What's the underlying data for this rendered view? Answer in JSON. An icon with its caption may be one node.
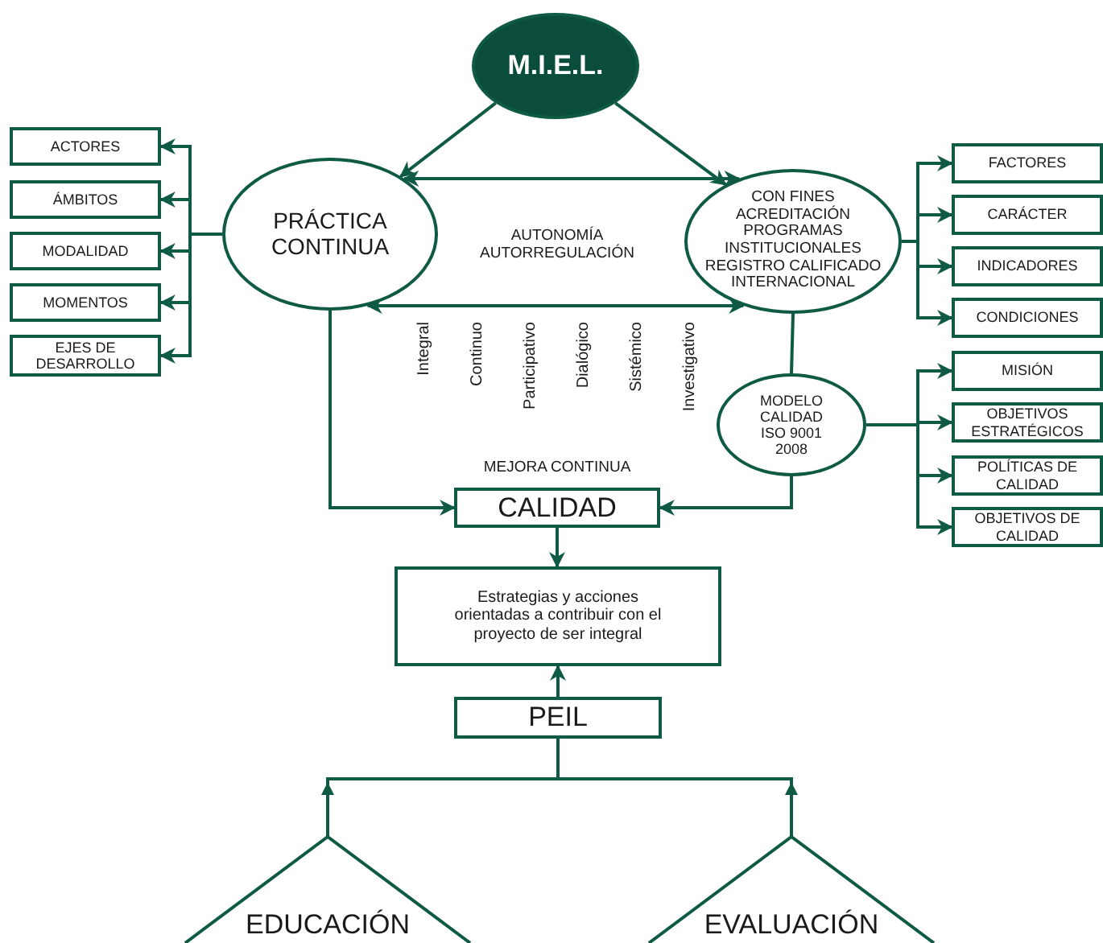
{
  "diagram": {
    "nodes": [
      {
        "text": [
          "M.I.E.L."
        ]
      },
      {
        "text": [
          "PRÁCTICA CONTINUA"
        ]
      },
      {
        "text": [
          "CON FINES ACREDITACIÓN PROGRAMAS INSTITUCIONALES REGISTRO CALIFICADO INTERNACIONAL"
        ]
      },
      {
        "text": [
          "MODELO CALIDAD ISO 9001 2008"
        ]
      },
      {
        "text": [
          "ACTORES"
        ]
      },
      {
        "text": [
          "ÁMBITOS"
        ]
      },
      {
        "text": [
          "MODALIDAD"
        ]
      },
      {
        "text": [
          "MOMENTOS"
        ]
      },
      {
        "text": [
          "EJES DE DESARROLLO"
        ]
      },
      {
        "text": [
          "FACTORES"
        ]
      },
      {
        "text": [
          "CARÁCTER"
        ]
      },
      {
        "text": [
          "INDICADORES"
        ]
      },
      {
        "text": [
          "CONDICIONES"
        ]
      },
      {
        "text": [
          "MISIÓN"
        ]
      },
      {
        "text": [
          "OBJETIVOS ESTRATÉGICOS"
        ]
      },
      {
        "text": [
          "POLÍTICAS DE CALIDAD"
        ]
      },
      {
        "text": [
          "OBJETIVOS DE CALIDAD"
        ]
      },
      {
        "text": [
          "CALIDAD"
        ],
        "beside": [
          "MEJORA CONTINUA"
        ]
      },
      {
        "text": [
          "Estrategias y acciones orientadas a contribuir con el proyecto de ser integral"
        ]
      },
      {
        "text": [
          "PEIL"
        ]
      },
      {
        "text": [
          "EDUCACIÓN"
        ]
      },
      {
        "text": [
          "EVALUACIÓN"
        ]
      }
    ],
    "edges": [
      {
        "from": 0,
        "to": 1,
        "arrow": "to"
      },
      {
        "from": 0,
        "to": 2,
        "arrow": "to"
      },
      {
        "from": 1,
        "to": 2,
        "arrow": "both"
      },
      {
        "from": 1,
        "to": 2,
        "arrow": "both"
      },
      {
        "from": 1,
        "to": 4,
        "arrow": "to"
      },
      {
        "from": 1,
        "to": 5,
        "arrow": "to"
      },
      {
        "from": 1,
        "to": 6,
        "arrow": "to"
      },
      {
        "from": 1,
        "to": 7,
        "arrow": "to"
      },
      {
        "from": 1,
        "to": 8,
        "arrow": "to"
      },
      {
        "from": 2,
        "to": 9,
        "arrow": "to"
      },
      {
        "from": 2,
        "to": 10,
        "arrow": "to"
      },
      {
        "from": 2,
        "to": 11,
        "arrow": "to"
      },
      {
        "from": 2,
        "to": 12,
        "arrow": "to"
      },
      {
        "from": 2,
        "to": 3,
        "arrow": "none"
      },
      {
        "from": 3,
        "to": 13,
        "arrow": "to"
      },
      {
        "from": 3,
        "to": 14,
        "arrow": "to"
      },
      {
        "from": 3,
        "to": 15,
        "arrow": "to"
      },
      {
        "from": 3,
        "to": 16,
        "arrow": "to"
      },
      {
        "from": 1,
        "to": 17,
        "arrow": "to"
      },
      {
        "from": 3,
        "to": 17,
        "arrow": "to"
      },
      {
        "from": 17,
        "to": 18,
        "arrow": "to"
      },
      {
        "from": 19,
        "to": 18,
        "arrow": "to"
      },
      {
        "from": 20,
        "to": 19,
        "arrow": "to"
      },
      {
        "from": 21,
        "to": 19,
        "arrow": "to"
      }
    ],
    "labels": [
      "AUTONOMÍA AUTORREGULACIÓN",
      "Integral",
      "Continuo",
      "Participativo",
      "Dialógico",
      "Sistémico",
      "Investigativo"
    ]
  }
}
